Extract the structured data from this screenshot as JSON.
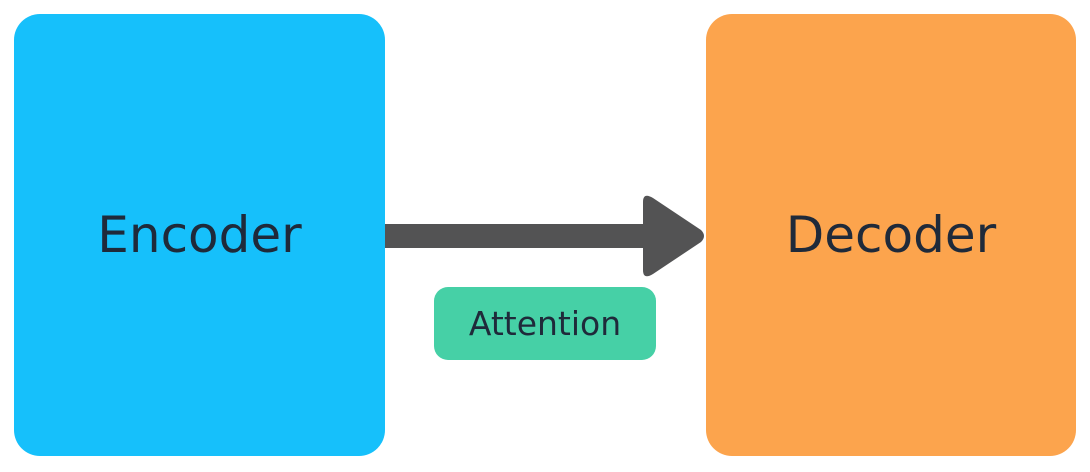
{
  "diagram": {
    "encoder": {
      "label": "Encoder",
      "color": "#16c0fb"
    },
    "decoder": {
      "label": "Decoder",
      "color": "#fca44d"
    },
    "connector": {
      "label": "Attention",
      "color": "#46d0a6",
      "arrow_color": "#535354"
    }
  }
}
